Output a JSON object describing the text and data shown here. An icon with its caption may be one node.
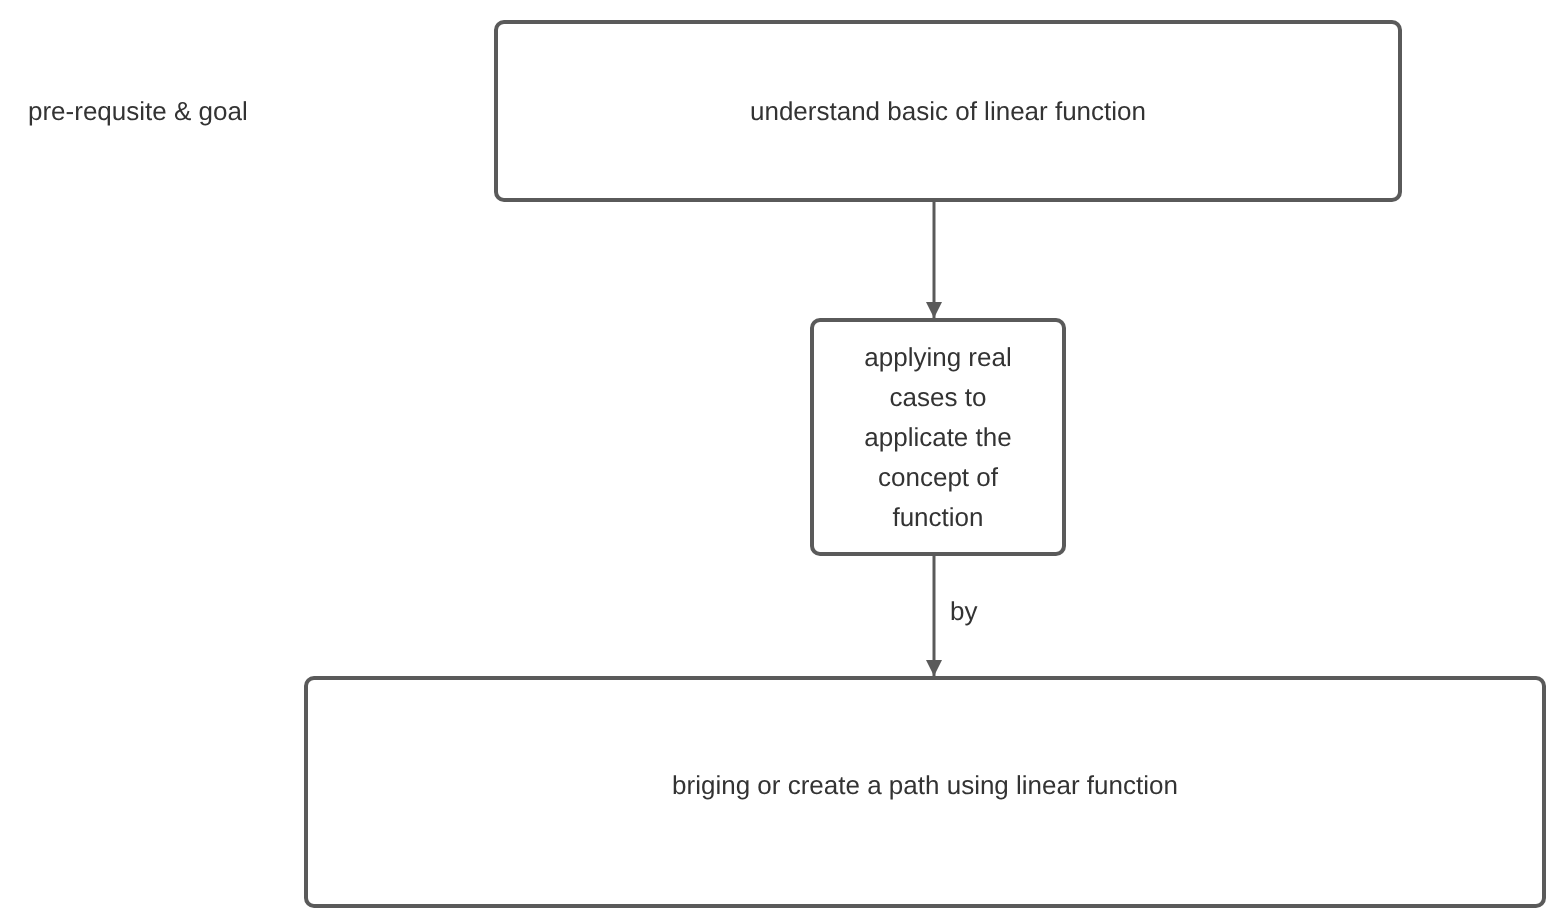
{
  "diagram": {
    "nodes": [
      {
        "text": [
          "understand basic of linear function"
        ]
      },
      {
        "text": [
          "applying real cases to applicate the concept of function"
        ]
      },
      {
        "text": [
          "briging or create a path using linear function"
        ]
      }
    ],
    "edges": [
      {
        "from": 0,
        "to": 1,
        "arrow": "to"
      },
      {
        "from": 1,
        "to": 2,
        "arrow": "to",
        "label": "by"
      }
    ],
    "labels": [
      "pre-requsite & goal"
    ]
  }
}
